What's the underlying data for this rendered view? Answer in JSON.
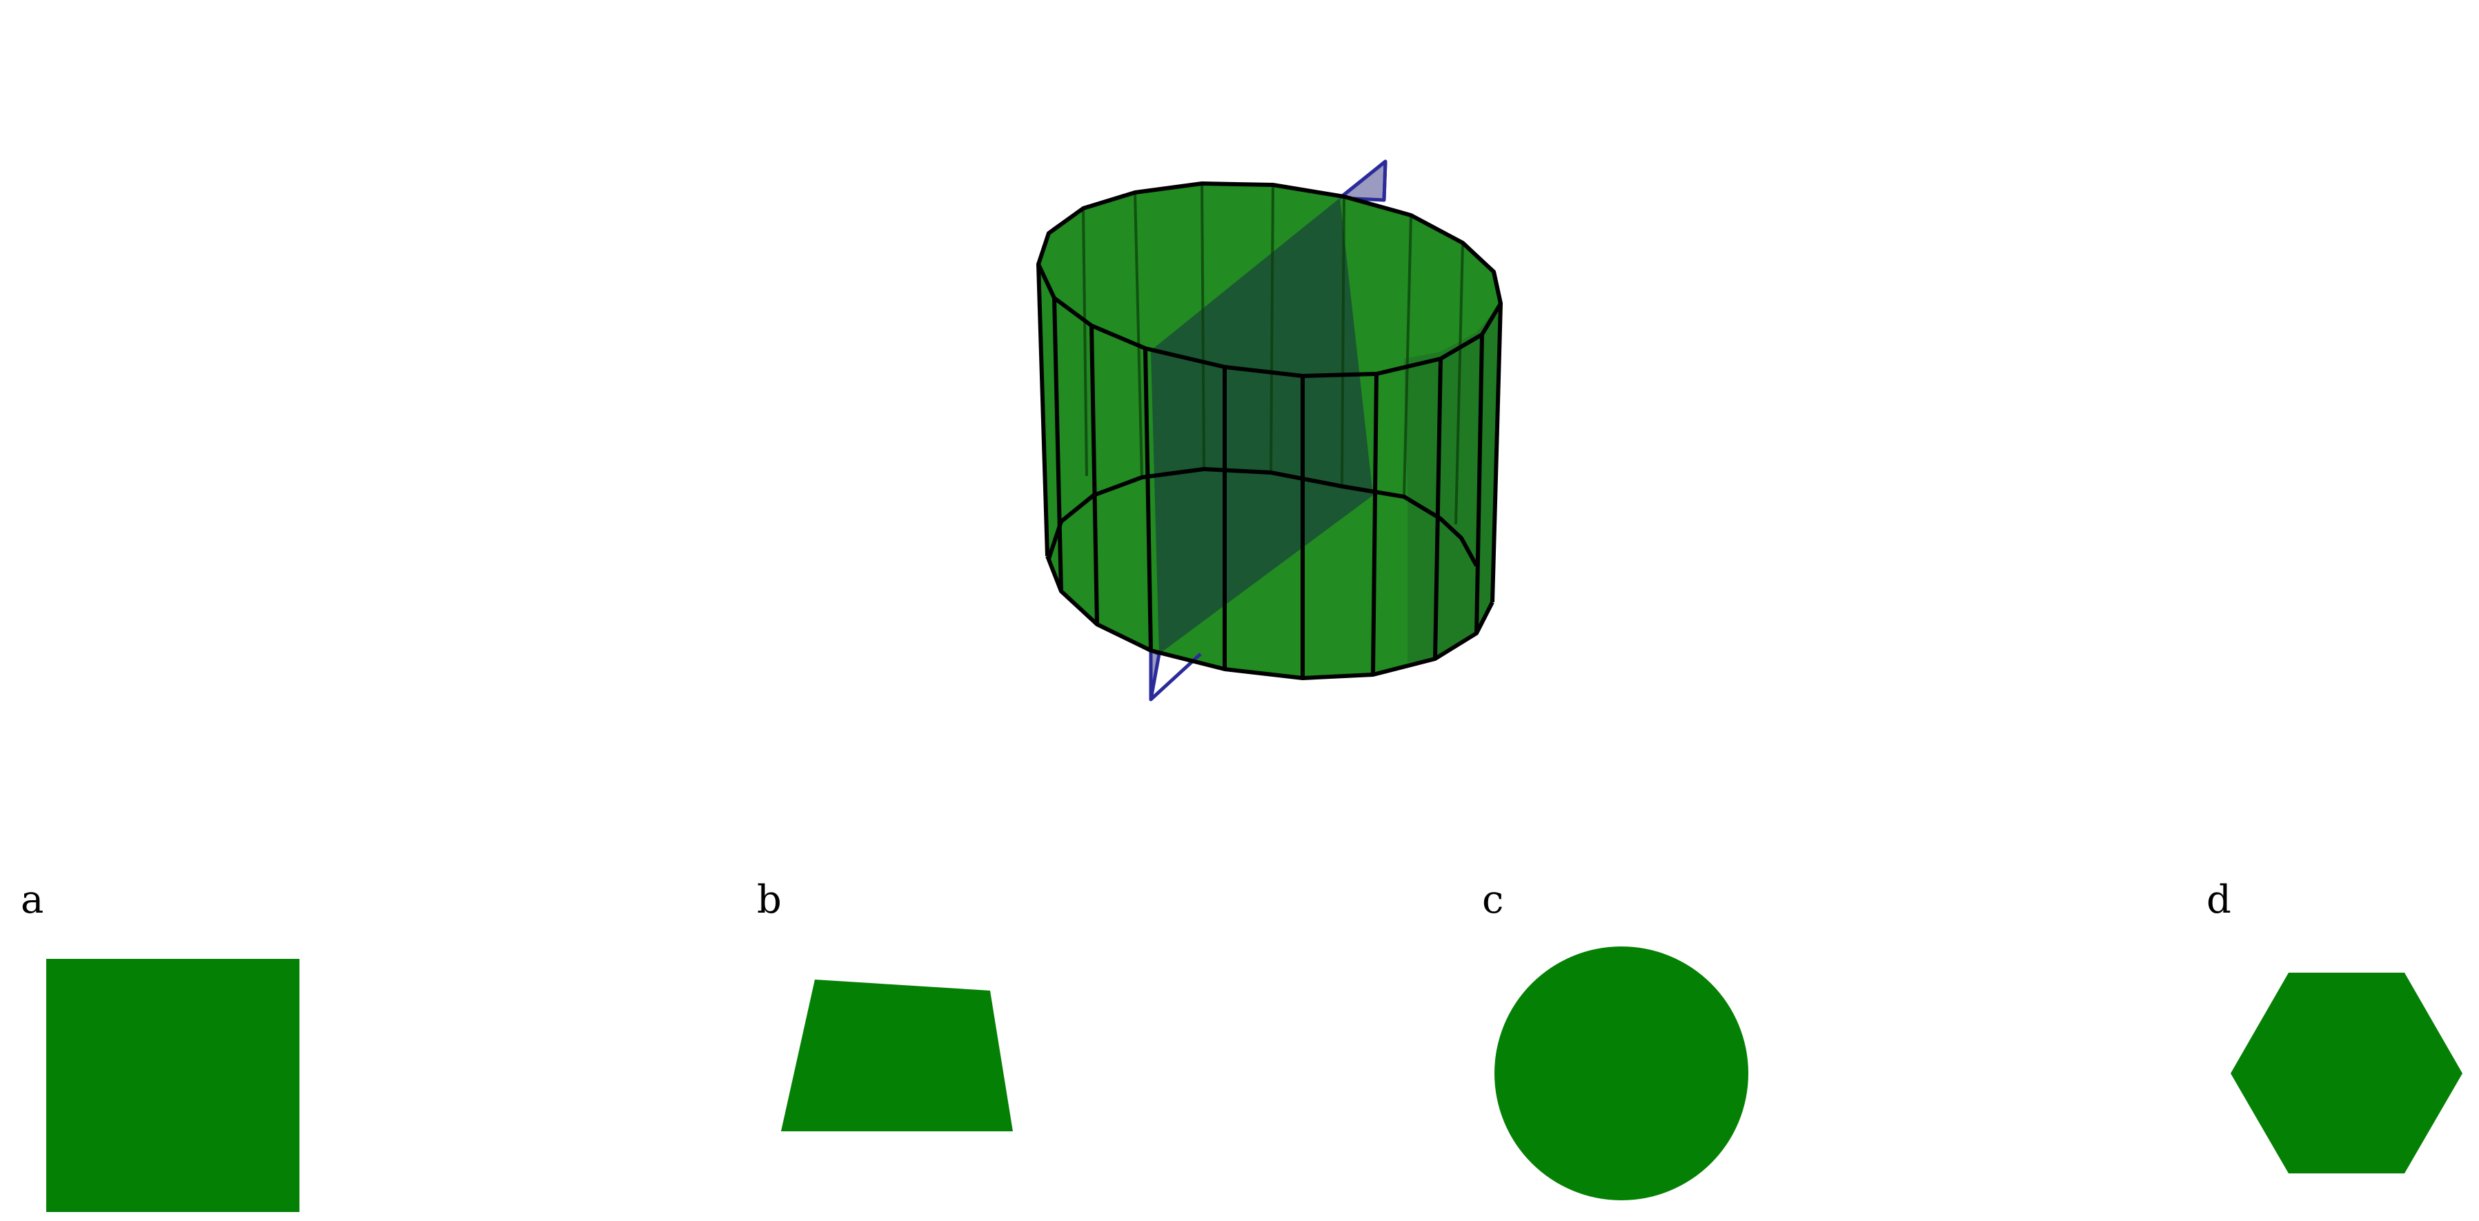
{
  "colors": {
    "prism_face": "#228b22",
    "prism_edge": "#000000",
    "plane_fill": "#9b9bc2",
    "plane_edge": "#2b2b9a",
    "section": "#1a4d35",
    "answer_shape": "#048004"
  },
  "prism": {
    "type": "regular 20-gon prism",
    "cut": "vertical plane"
  },
  "options": [
    {
      "label": "a",
      "shape": "square"
    },
    {
      "label": "b",
      "shape": "trapezoid"
    },
    {
      "label": "c",
      "shape": "circle"
    },
    {
      "label": "d",
      "shape": "hexagon"
    }
  ]
}
